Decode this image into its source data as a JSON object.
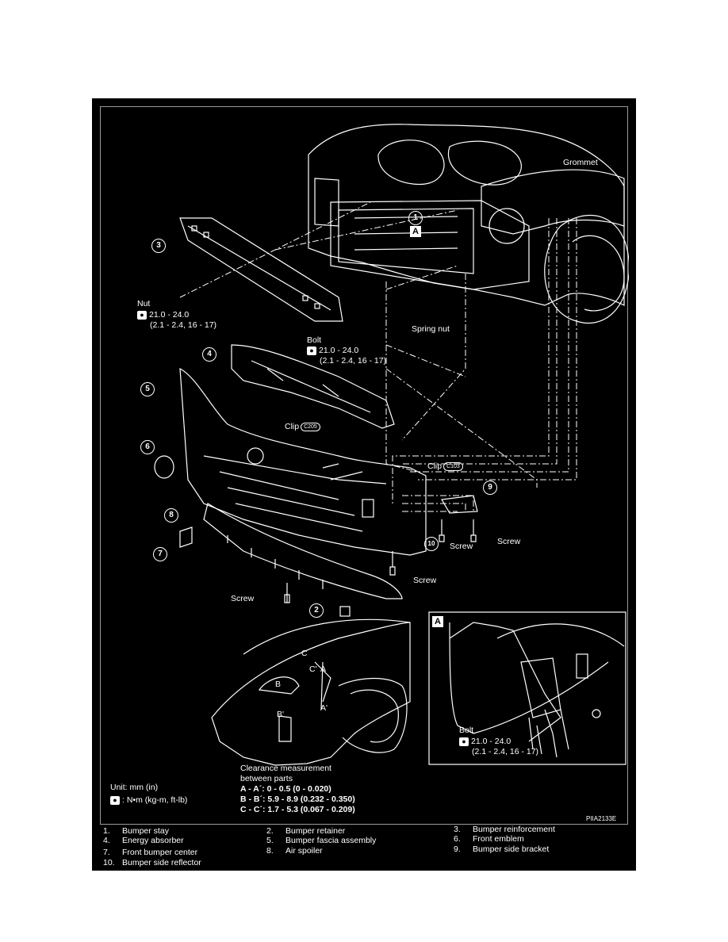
{
  "labels": {
    "grommet": "Grommet",
    "spring_nut": "Spring nut",
    "nut": "Nut",
    "bolt": "Bolt",
    "clip": "Clip",
    "clip_code_1": "C205",
    "clip_code_2": "C103",
    "screw": "Screw",
    "bolt_inset": "Bolt"
  },
  "torque": {
    "value": "21.0 - 24.0",
    "alt": "(2.1 - 2.4, 16 - 17)"
  },
  "callouts": [
    "1",
    "2",
    "3",
    "4",
    "5",
    "6",
    "7",
    "8",
    "9",
    "10"
  ],
  "view_letter": "A",
  "measure_points": [
    "A",
    "A'",
    "B",
    "B'",
    "C",
    "C'"
  ],
  "clearance": {
    "title_line1": "Clearance measurement",
    "title_line2": "between parts",
    "rows": [
      "A - A´: 0 - 0.5 (0 - 0.020)",
      "B - B´: 5.9 - 8.9 (0.232 - 0.350)",
      "C - C´: 1.7 - 5.3 (0.067 - 0.209)"
    ]
  },
  "units": {
    "unit": "Unit: mm (in)",
    "torque_unit": ": N•m (kg-m, ft-lb)"
  },
  "figure_code": "PIIA2133E",
  "legend": [
    {
      "num": "1.",
      "name": "Bumper stay"
    },
    {
      "num": "2.",
      "name": "Bumper retainer"
    },
    {
      "num": "3.",
      "name": "Bumper reinforcement"
    },
    {
      "num": "4.",
      "name": "Energy absorber"
    },
    {
      "num": "5.",
      "name": "Bumper fascia assembly"
    },
    {
      "num": "6.",
      "name": "Front emblem"
    },
    {
      "num": "7.",
      "name": "Front bumper center"
    },
    {
      "num": "8.",
      "name": "Air spoiler"
    },
    {
      "num": "9.",
      "name": "Bumper side bracket"
    },
    {
      "num": "10.",
      "name": "Bumper side reflector"
    }
  ]
}
